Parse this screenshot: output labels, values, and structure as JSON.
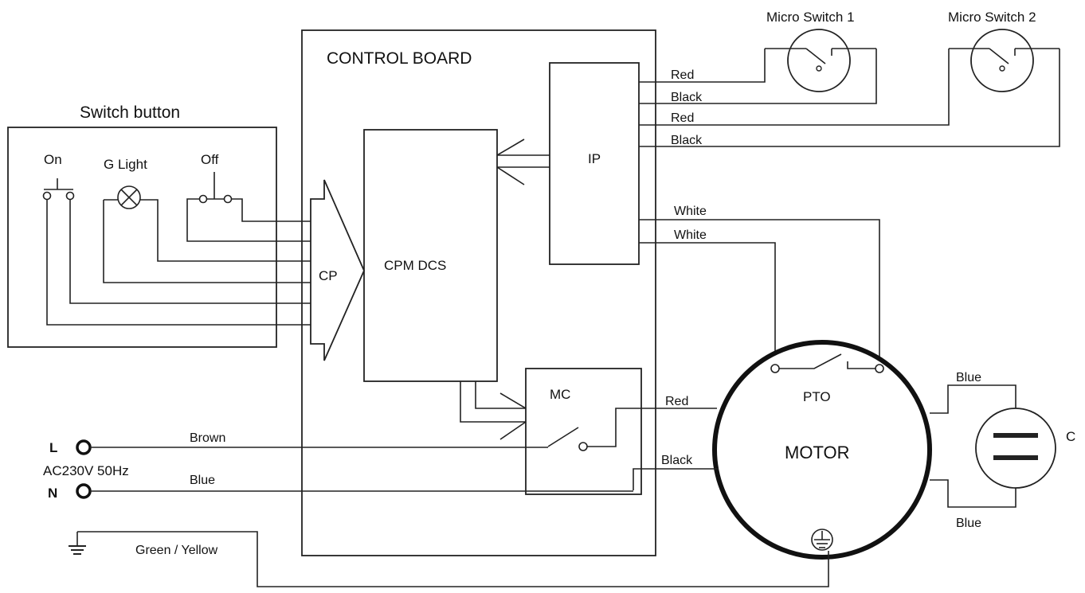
{
  "labels": {
    "control_board": "CONTROL BOARD",
    "switch_button": "Switch button",
    "on": "On",
    "g_light": "G Light",
    "off": "Off",
    "cp": "CP",
    "cpm_dcs": "CPM DCS",
    "ip": "IP",
    "mc": "MC",
    "micro_switch_1": "Micro Switch 1",
    "micro_switch_2": "Micro Switch 2",
    "pto": "PTO",
    "motor": "MOTOR",
    "capacitor": "C",
    "line": "L",
    "neutral": "N",
    "supply": "AC230V 50Hz"
  },
  "wires": {
    "ms1_red": "Red",
    "ms1_black": "Black",
    "ms2_red": "Red",
    "ms2_black": "Black",
    "pto_white_1": "White",
    "pto_white_2": "White",
    "motor_red": "Red",
    "motor_black": "Black",
    "line_brown": "Brown",
    "neutral_blue": "Blue",
    "ground": "Green / Yellow",
    "cap_blue_top": "Blue",
    "cap_blue_bottom": "Blue"
  }
}
